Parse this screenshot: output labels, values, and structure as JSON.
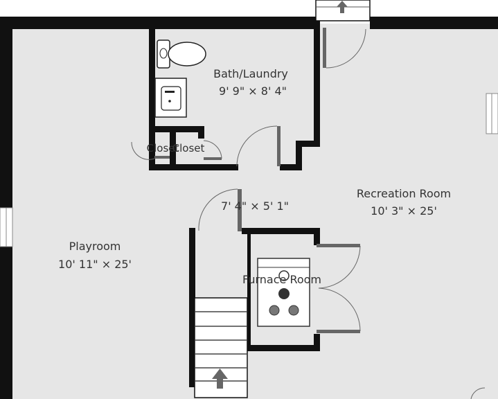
{
  "colors": {
    "floor": "#e6e6e6",
    "wall": "#111111",
    "door": "#666666",
    "fixture": "#ffffff",
    "background": "#ffffff"
  },
  "rooms": {
    "bath": {
      "name": "Bath/Laundry",
      "dims": "9' 9\" × 8' 4\""
    },
    "recreation": {
      "name": "Recreation Room",
      "dims": "10' 3\" × 25'"
    },
    "playroom": {
      "name": "Playroom",
      "dims": "10' 11\" × 25'"
    },
    "hall": {
      "dims": "7' 4\" × 5' 1\""
    },
    "furnace": {
      "name": "Furnace Room"
    },
    "closet_left": {
      "name": "Closet"
    },
    "closet_right": {
      "name": "Closet"
    }
  },
  "icons": {
    "stairs": "stairs-up-arrow-icon",
    "entry": "entry-arrow-icon",
    "toilet": "toilet-icon",
    "sink": "sink-icon",
    "furnace": "furnace-icon"
  }
}
